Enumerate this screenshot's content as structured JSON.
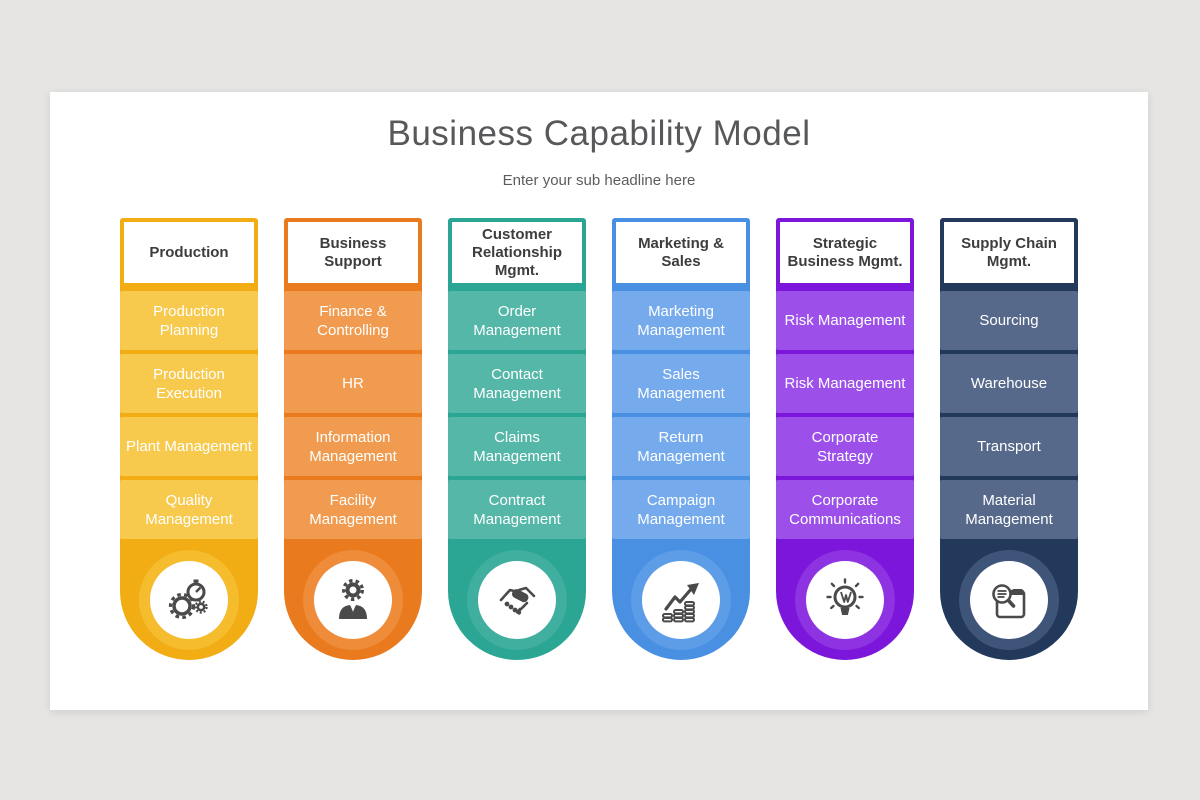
{
  "page": {
    "background": "#e6e5e3",
    "slide_background": "#ffffff",
    "icon_color": "#4a4a4a"
  },
  "header": {
    "title": "Business Capability Model",
    "subtitle": "Enter your sub headline here"
  },
  "columns": [
    {
      "title": "Production",
      "items": [
        "Production Planning",
        "Production Execution",
        "Plant Management",
        "Quality Management"
      ],
      "icon": "gears-stopwatch-icon",
      "colors": {
        "dark": "#F2AC14",
        "mid": "#F5BD2E",
        "light": "#F7C94D"
      }
    },
    {
      "title": "Business Support",
      "items": [
        "Finance & Controlling",
        "HR",
        "Information Management",
        "Facility Management"
      ],
      "icon": "manager-gear-icon",
      "colors": {
        "dark": "#E97A1E",
        "mid": "#EE8C3A",
        "light": "#F09B4F"
      }
    },
    {
      "title": "Customer Relationship Mgmt.",
      "items": [
        "Order Management",
        "Contact Management",
        "Claims Management",
        "Contract Management"
      ],
      "icon": "handshake-icon",
      "colors": {
        "dark": "#2BA695",
        "mid": "#40AFA0",
        "light": "#55B7A8"
      }
    },
    {
      "title": "Marketing & Sales",
      "items": [
        "Marketing Management",
        "Sales Management",
        "Return Management",
        "Campaign Management"
      ],
      "icon": "growth-chart-icon",
      "colors": {
        "dark": "#4A90E2",
        "mid": "#5D9DE8",
        "light": "#75AAEC"
      }
    },
    {
      "title": "Strategic Business Mgmt.",
      "items": [
        "Risk Management",
        "Risk Management",
        "Corporate Strategy",
        "Corporate Communications"
      ],
      "icon": "lightbulb-icon",
      "colors": {
        "dark": "#7D16DB",
        "mid": "#8D33E2",
        "light": "#9C50E9"
      }
    },
    {
      "title": "Supply Chain Mgmt.",
      "items": [
        "Sourcing",
        "Warehouse",
        "Transport",
        "Material Management"
      ],
      "icon": "document-search-icon",
      "colors": {
        "dark": "#22395C",
        "mid": "#3E5478",
        "light": "#57698B"
      }
    }
  ]
}
